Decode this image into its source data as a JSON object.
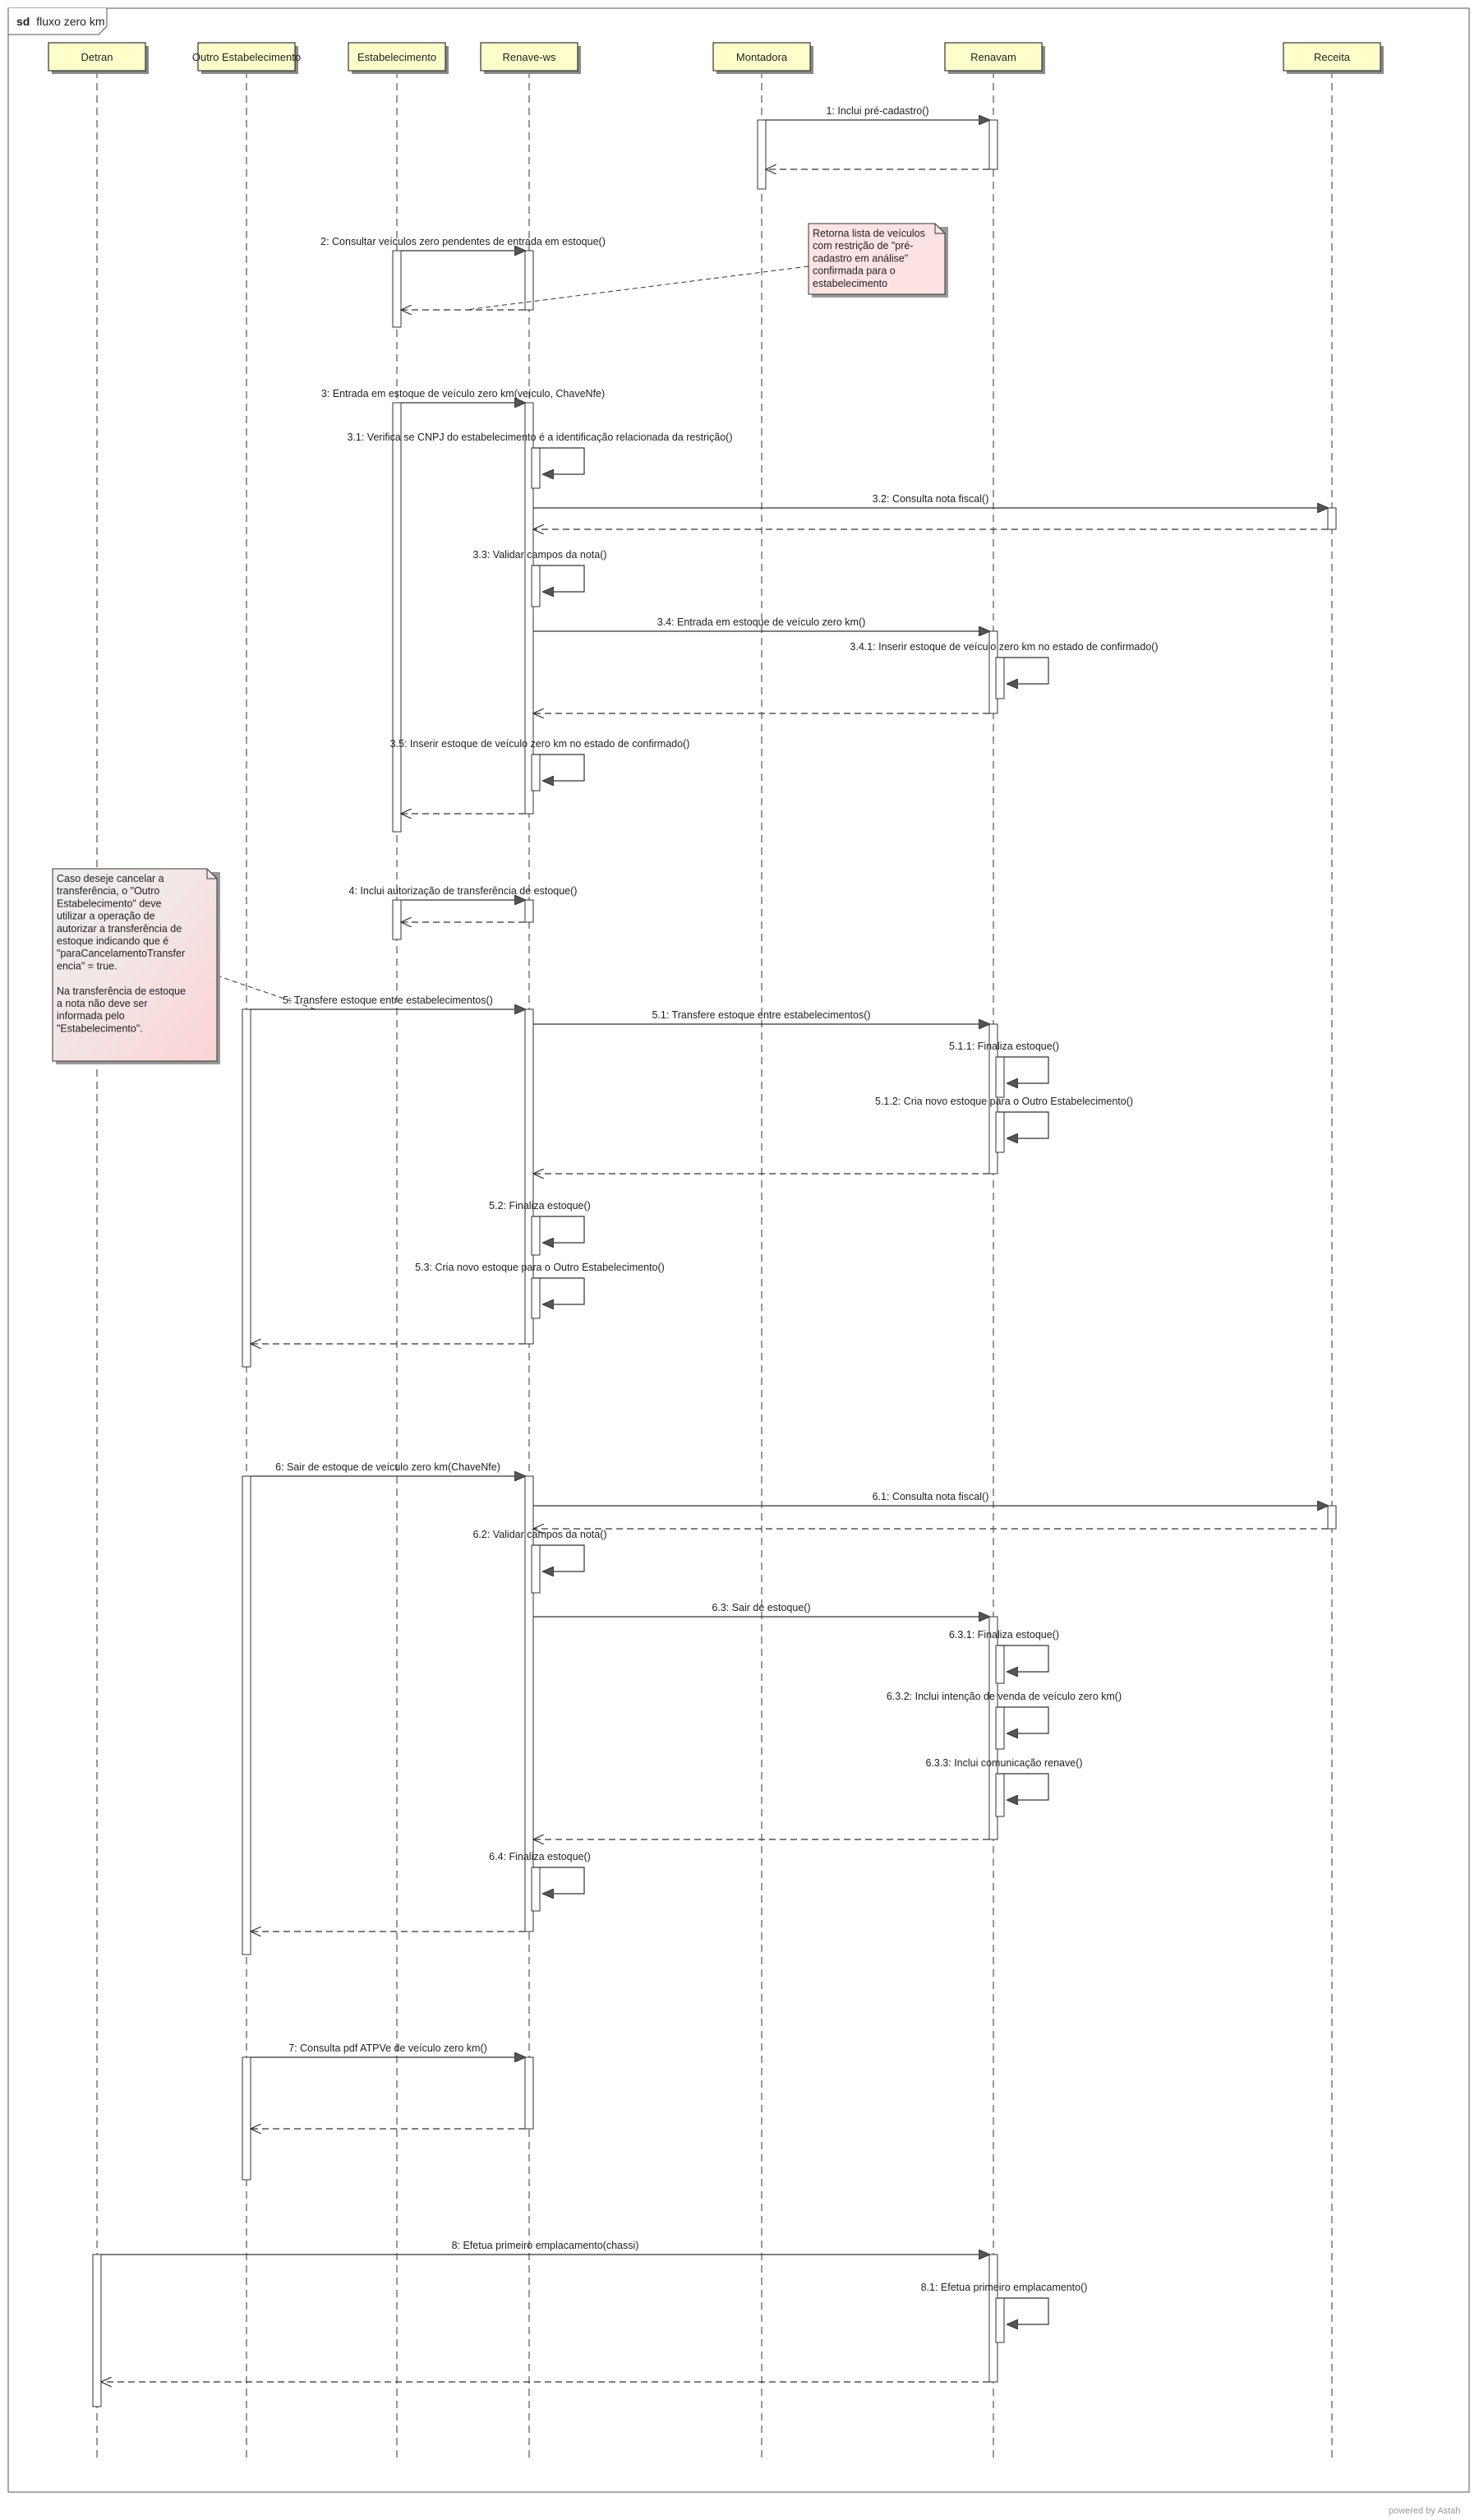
{
  "frame": {
    "keyword": "sd",
    "title": "fluxo zero km"
  },
  "lifelines": [
    {
      "id": "detran",
      "name": "Detran"
    },
    {
      "id": "outro",
      "name": "Outro Estabelecimento"
    },
    {
      "id": "estab",
      "name": "Estabelecimento"
    },
    {
      "id": "ws",
      "name": "Renave-ws"
    },
    {
      "id": "mont",
      "name": "Montadora"
    },
    {
      "id": "renavam",
      "name": "Renavam"
    },
    {
      "id": "receita",
      "name": "Receita"
    }
  ],
  "messages": [
    {
      "kind": "call",
      "from": "mont",
      "to": "renavam",
      "label": "1: Inclui pré-cadastro()"
    },
    {
      "kind": "return",
      "from": "renavam",
      "to": "mont",
      "label": ""
    },
    {
      "kind": "call",
      "from": "estab",
      "to": "ws",
      "label": "2: Consultar veículos zero pendentes de entrada em estoque()"
    },
    {
      "kind": "return",
      "from": "ws",
      "to": "estab",
      "label": ""
    },
    {
      "kind": "call",
      "from": "estab",
      "to": "ws",
      "label": "3: Entrada em estoque de veículo zero km(veículo, ChaveNfe)"
    },
    {
      "kind": "self",
      "on": "ws",
      "label": "3.1: Verifica se CNPJ do estabelecimento é a identificação relacionada da restrição()"
    },
    {
      "kind": "call",
      "from": "ws",
      "to": "receita",
      "label": "3.2: Consulta nota fiscal()"
    },
    {
      "kind": "return",
      "from": "receita",
      "to": "ws",
      "label": ""
    },
    {
      "kind": "self",
      "on": "ws",
      "label": "3.3: Validar campos da nota()"
    },
    {
      "kind": "call",
      "from": "ws",
      "to": "renavam",
      "label": "3.4: Entrada em estoque de veículo zero km()"
    },
    {
      "kind": "self",
      "on": "renavam",
      "label": "3.4.1: Inserir estoque de veículo zero km no estado de confirmado()"
    },
    {
      "kind": "return",
      "from": "renavam",
      "to": "ws",
      "label": ""
    },
    {
      "kind": "self",
      "on": "ws",
      "label": "3.5: Inserir estoque de veículo zero km no estado de confirmado()"
    },
    {
      "kind": "return",
      "from": "ws",
      "to": "estab",
      "label": ""
    },
    {
      "kind": "call",
      "from": "estab",
      "to": "ws",
      "label": "4: Inclui autorização de transferência de estoque()"
    },
    {
      "kind": "return",
      "from": "ws",
      "to": "estab",
      "label": ""
    },
    {
      "kind": "call",
      "from": "outro",
      "to": "ws",
      "label": "5: Transfere estoque entre estabelecimentos()"
    },
    {
      "kind": "call",
      "from": "ws",
      "to": "renavam",
      "label": "5.1: Transfere estoque entre estabelecimentos()"
    },
    {
      "kind": "self",
      "on": "renavam",
      "label": "5.1.1: Finaliza estoque()"
    },
    {
      "kind": "self",
      "on": "renavam",
      "label": "5.1.2: Cria novo estoque para o Outro Estabelecimento()"
    },
    {
      "kind": "return",
      "from": "renavam",
      "to": "ws",
      "label": ""
    },
    {
      "kind": "self",
      "on": "ws",
      "label": "5.2: Finaliza estoque()"
    },
    {
      "kind": "self",
      "on": "ws",
      "label": "5.3: Cria novo estoque para o Outro Estabelecimento()"
    },
    {
      "kind": "return",
      "from": "ws",
      "to": "outro",
      "label": ""
    },
    {
      "kind": "call",
      "from": "outro",
      "to": "ws",
      "label": "6: Sair de estoque de veículo zero km(ChaveNfe)"
    },
    {
      "kind": "call",
      "from": "ws",
      "to": "receita",
      "label": "6.1: Consulta nota fiscal()"
    },
    {
      "kind": "return",
      "from": "receita",
      "to": "ws",
      "label": ""
    },
    {
      "kind": "self",
      "on": "ws",
      "label": "6.2: Validar campos da nota()"
    },
    {
      "kind": "call",
      "from": "ws",
      "to": "renavam",
      "label": "6.3: Sair de estoque()"
    },
    {
      "kind": "self",
      "on": "renavam",
      "label": "6.3.1: Finaliza estoque()"
    },
    {
      "kind": "self",
      "on": "renavam",
      "label": "6.3.2: Inclui intenção de venda de veículo zero km()"
    },
    {
      "kind": "self",
      "on": "renavam",
      "label": "6.3.3: Inclui comunicação renave()"
    },
    {
      "kind": "return",
      "from": "renavam",
      "to": "ws",
      "label": ""
    },
    {
      "kind": "self",
      "on": "ws",
      "label": "6.4: Finaliza estoque()"
    },
    {
      "kind": "return",
      "from": "ws",
      "to": "outro",
      "label": ""
    },
    {
      "kind": "call",
      "from": "outro",
      "to": "ws",
      "label": "7: Consulta pdf ATPVe de veículo zero km()"
    },
    {
      "kind": "return",
      "from": "ws",
      "to": "outro",
      "label": ""
    },
    {
      "kind": "call",
      "from": "detran",
      "to": "renavam",
      "label": "8: Efetua primeiro emplacamento(chassi)"
    },
    {
      "kind": "self",
      "on": "renavam",
      "label": "8.1: Efetua primeiro emplacamento()"
    },
    {
      "kind": "return",
      "from": "renavam",
      "to": "detran",
      "label": ""
    }
  ],
  "notes": [
    {
      "id": "note-restricao",
      "lines": [
        "Retorna lista de veículos",
        "com restrição de \"pré-",
        "cadastro em análise\"",
        "confirmada para o",
        "estabelecimento"
      ]
    },
    {
      "id": "note-transferencia",
      "lines": [
        "Caso deseje cancelar a",
        "transferência, o \"Outro",
        "Estabelecimento\" deve",
        "utilizar a operação de",
        "autorizar a transferência de",
        "estoque indicando que é",
        "\"paraCancelamentoTransfer",
        "encia\" = true.",
        "",
        "Na transferência de estoque",
        "a nota não deve ser",
        "informada pelo",
        "\"Estabelecimento\"."
      ]
    }
  ],
  "credit": "powered by Astah",
  "colors": {
    "lifeline_fill": "#ffffcc",
    "note_fill": "#fde3e3",
    "line": "#333333"
  }
}
